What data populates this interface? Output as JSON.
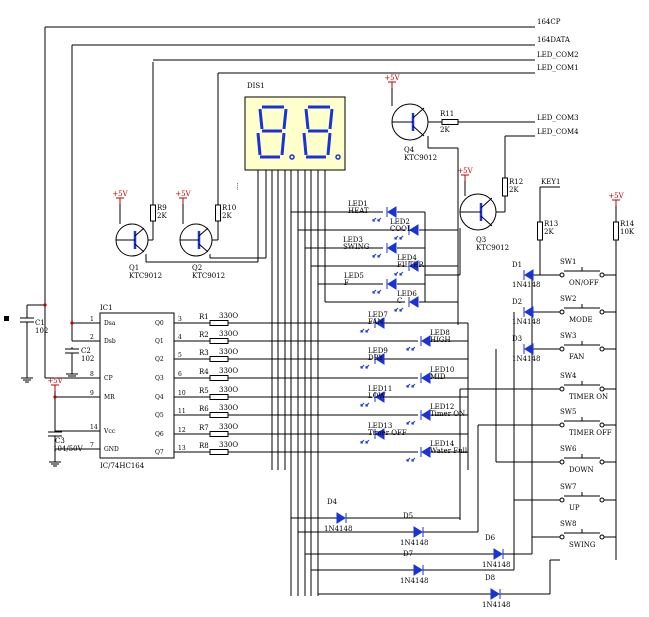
{
  "signals": {
    "s164cp": "164CP",
    "s164data": "164DATA",
    "led_com2": "LED_COM2",
    "led_com1": "LED_COM1",
    "led_com3": "LED_COM3",
    "led_com4": "LED_COM4",
    "key1": "KEY1"
  },
  "power": {
    "plus5v": "+5V"
  },
  "display": {
    "ref": "DIS1"
  },
  "transistors": [
    {
      "ref": "Q1",
      "part": "KTC9012"
    },
    {
      "ref": "Q2",
      "part": "KTC9012"
    },
    {
      "ref": "Q3",
      "part": "KTC9012"
    },
    {
      "ref": "Q4",
      "part": "KTC9012"
    }
  ],
  "resistors": {
    "r9": {
      "ref": "R9",
      "value": "2K"
    },
    "r10": {
      "ref": "R10",
      "value": "2K"
    },
    "r11": {
      "ref": "R11",
      "value": "2K"
    },
    "r12": {
      "ref": "R12",
      "value": "2K"
    },
    "r13": {
      "ref": "R13",
      "value": "2K"
    },
    "r14": {
      "ref": "R14",
      "value": "10K"
    },
    "series": [
      {
        "ref": "R1",
        "value": "330O"
      },
      {
        "ref": "R2",
        "value": "330O"
      },
      {
        "ref": "R3",
        "value": "330O"
      },
      {
        "ref": "R4",
        "value": "330O"
      },
      {
        "ref": "R5",
        "value": "330O"
      },
      {
        "ref": "R6",
        "value": "330O"
      },
      {
        "ref": "R7",
        "value": "330O"
      },
      {
        "ref": "R8",
        "value": "330O"
      }
    ]
  },
  "capacitors": {
    "c1": {
      "ref": "C1",
      "value": "102"
    },
    "c2": {
      "ref": "C2",
      "value": "102"
    },
    "c3": {
      "ref": "C3",
      "value": "104/50V"
    }
  },
  "ic": {
    "ref": "IC1",
    "part": "IC/74HC164",
    "left_pins": [
      {
        "num": "1",
        "name": "Dsa"
      },
      {
        "num": "2",
        "name": "Dsb"
      },
      {
        "num": "8",
        "name": "CP"
      },
      {
        "num": "9",
        "name": "MR"
      },
      {
        "num": "14",
        "name": "Vcc"
      },
      {
        "num": "7",
        "name": "GND"
      }
    ],
    "right_pins": [
      {
        "num": "3",
        "name": "Q0"
      },
      {
        "num": "4",
        "name": "Q1"
      },
      {
        "num": "5",
        "name": "Q2"
      },
      {
        "num": "6",
        "name": "Q3"
      },
      {
        "num": "10",
        "name": "Q4"
      },
      {
        "num": "11",
        "name": "Q5"
      },
      {
        "num": "12",
        "name": "Q6"
      },
      {
        "num": "13",
        "name": "Q7"
      }
    ]
  },
  "leds": [
    {
      "ref": "LED1",
      "label": "HEAT"
    },
    {
      "ref": "LED2",
      "label": "COOL"
    },
    {
      "ref": "LED3",
      "label": "SWING"
    },
    {
      "ref": "LED4",
      "label": "FILTER"
    },
    {
      "ref": "LED5",
      "label": "F"
    },
    {
      "ref": "LED6",
      "label": "C"
    },
    {
      "ref": "LED7",
      "label": "FAN"
    },
    {
      "ref": "LED8",
      "label": "HIGH"
    },
    {
      "ref": "LED9",
      "label": "DRY"
    },
    {
      "ref": "LED10",
      "label": "MID"
    },
    {
      "ref": "LED11",
      "label": "LOW"
    },
    {
      "ref": "LED12",
      "label": "Timer ON"
    },
    {
      "ref": "LED13",
      "label": "Timer OFF"
    },
    {
      "ref": "LED14",
      "label": "Water Full"
    }
  ],
  "diodes": {
    "part": "1N4148",
    "refs": [
      "D1",
      "D2",
      "D3",
      "D4",
      "D5",
      "D6",
      "D7",
      "D8"
    ]
  },
  "switches": [
    {
      "ref": "SW1",
      "label": "ON/OFF"
    },
    {
      "ref": "SW2",
      "label": "MODE"
    },
    {
      "ref": "SW3",
      "label": "FAN"
    },
    {
      "ref": "SW4",
      "label": "TIMER ON"
    },
    {
      "ref": "SW5",
      "label": "TIMER OFF"
    },
    {
      "ref": "SW6",
      "label": "DOWN"
    },
    {
      "ref": "SW7",
      "label": "UP"
    },
    {
      "ref": "SW8",
      "label": "SWING"
    }
  ]
}
